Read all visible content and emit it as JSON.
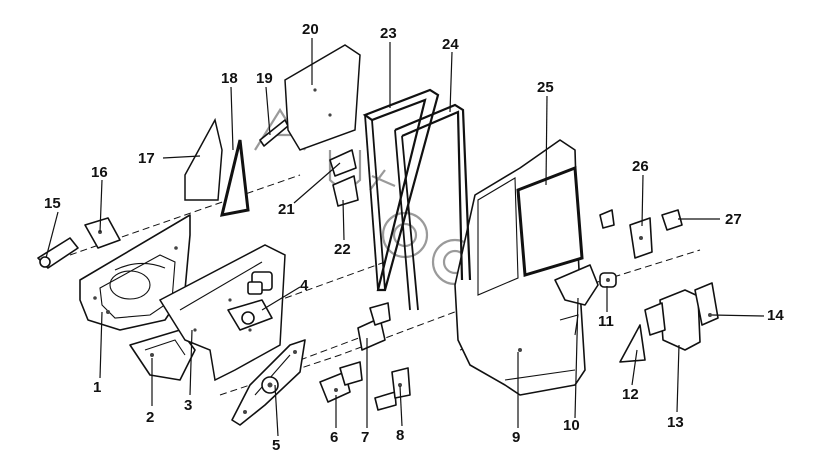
{
  "diagram": {
    "callouts": [
      {
        "id": "c1",
        "label": "1"
      },
      {
        "id": "c2",
        "label": "2"
      },
      {
        "id": "c3",
        "label": "3"
      },
      {
        "id": "c4",
        "label": "4"
      },
      {
        "id": "c5",
        "label": "5"
      },
      {
        "id": "c6",
        "label": "6"
      },
      {
        "id": "c7",
        "label": "7"
      },
      {
        "id": "c8",
        "label": "8"
      },
      {
        "id": "c9",
        "label": "9"
      },
      {
        "id": "c10",
        "label": "10"
      },
      {
        "id": "c11",
        "label": "11"
      },
      {
        "id": "c12",
        "label": "12"
      },
      {
        "id": "c13",
        "label": "13"
      },
      {
        "id": "c14",
        "label": "14"
      },
      {
        "id": "c15",
        "label": "15"
      },
      {
        "id": "c16",
        "label": "16"
      },
      {
        "id": "c17",
        "label": "17"
      },
      {
        "id": "c18",
        "label": "18"
      },
      {
        "id": "c19",
        "label": "19"
      },
      {
        "id": "c20",
        "label": "20"
      },
      {
        "id": "c21",
        "label": "21"
      },
      {
        "id": "c22",
        "label": "22"
      },
      {
        "id": "c23",
        "label": "23"
      },
      {
        "id": "c24",
        "label": "24"
      },
      {
        "id": "c25",
        "label": "25"
      },
      {
        "id": "c26",
        "label": "26"
      },
      {
        "id": "c27",
        "label": "27"
      }
    ],
    "watermark": {
      "text": "Autodoc",
      "color": "#9a9a9a"
    },
    "colors": {
      "line": "#111111",
      "background": "#ffffff"
    }
  }
}
